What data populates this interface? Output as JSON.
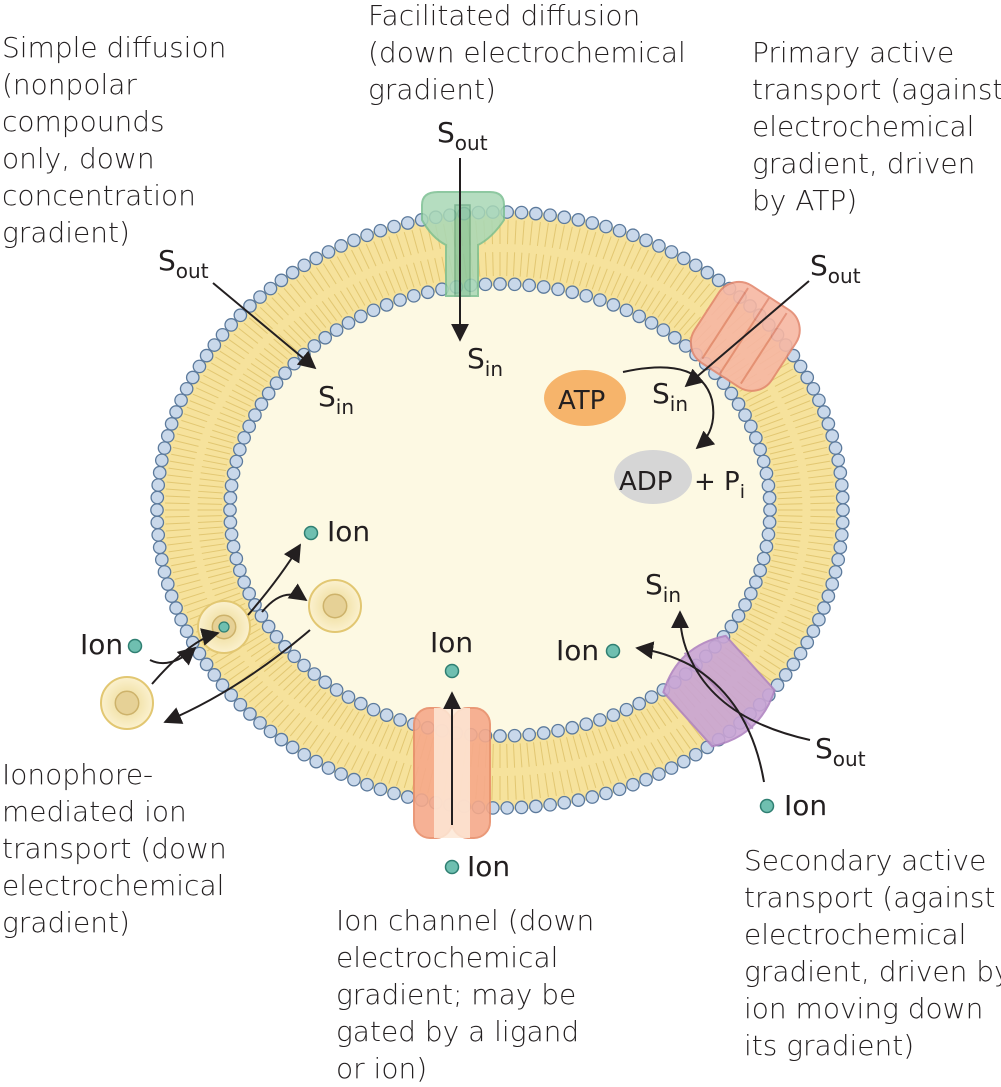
{
  "labels": {
    "simple_diffusion": [
      "Simple diffusion",
      "(nonpolar",
      "compounds",
      "only, down",
      "concentration",
      "gradient)"
    ],
    "facilitated_diffusion": [
      "Facilitated diffusion",
      "(down electrochemical",
      "gradient)"
    ],
    "primary_active": [
      "Primary active",
      "transport (against",
      "electrochemical",
      "gradient, driven",
      "by ATP)"
    ],
    "ionophore": [
      "Ionophore-",
      "mediated ion",
      "transport (down",
      "electrochemical",
      "gradient)"
    ],
    "ion_channel": [
      "Ion channel (down",
      "electrochemical",
      "gradient; may be",
      "gated by a ligand",
      "or ion)"
    ],
    "secondary_active": [
      "Secondary active",
      "transport (against",
      "electrochemical",
      "gradient, driven by",
      "ion moving down",
      "its gradient)"
    ]
  },
  "symbols": {
    "s": "S",
    "out": "out",
    "in": "in",
    "ion": "Ion",
    "atp": "ATP",
    "adp": "ADP",
    "plus_pi": "+ P",
    "pi_sub": "i"
  },
  "colors": {
    "lipid_head": "#c9d8ea",
    "lipid_head_stroke": "#5c7a9c",
    "bilayer": "#f6e29c",
    "interior": "#fdf9e3",
    "green_protein": "#a9d8b6",
    "pink_protein": "#f7b7a3",
    "purple_protein": "#c9a4d4",
    "orange_channel": "#f6a98a",
    "atp_fill": "#f6b46b",
    "adp_fill": "#d6d6d6",
    "ion_fill": "#6fbfb0"
  }
}
